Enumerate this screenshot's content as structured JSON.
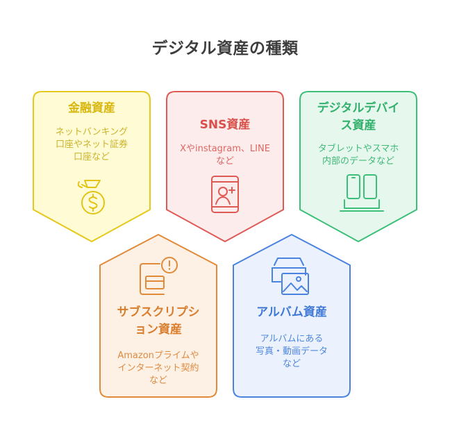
{
  "title": "デジタル資産の種類",
  "cards": [
    {
      "title_lines": [
        "金融資産"
      ],
      "desc_lines": [
        "ネットバンキング",
        "口座やネット証券",
        "口座など"
      ],
      "color": "#e3c414",
      "icon": "money-bag-icon"
    },
    {
      "title_lines": [
        "SNS資産"
      ],
      "desc_lines": [
        "Xやinstagram、LINE",
        "など"
      ],
      "color": "#e05a55",
      "icon": "profile-card-icon"
    },
    {
      "title_lines": [
        "デジタルデバイ",
        "ス資産"
      ],
      "desc_lines": [
        "タブレットやスマホ",
        "内部のデータなど"
      ],
      "color": "#3cbf78",
      "icon": "devices-icon"
    },
    {
      "title_lines": [
        "サブスクリプシ",
        "ョン資産"
      ],
      "desc_lines": [
        "Amazonプライムや",
        "インターネット契約",
        "など"
      ],
      "color": "#e08a3a",
      "icon": "subscription-card-icon"
    },
    {
      "title_lines": [
        "アルバム資産"
      ],
      "desc_lines": [
        "アルバムにある",
        "写真・動画データ",
        "など"
      ],
      "color": "#4a83df",
      "icon": "photo-album-icon"
    }
  ]
}
